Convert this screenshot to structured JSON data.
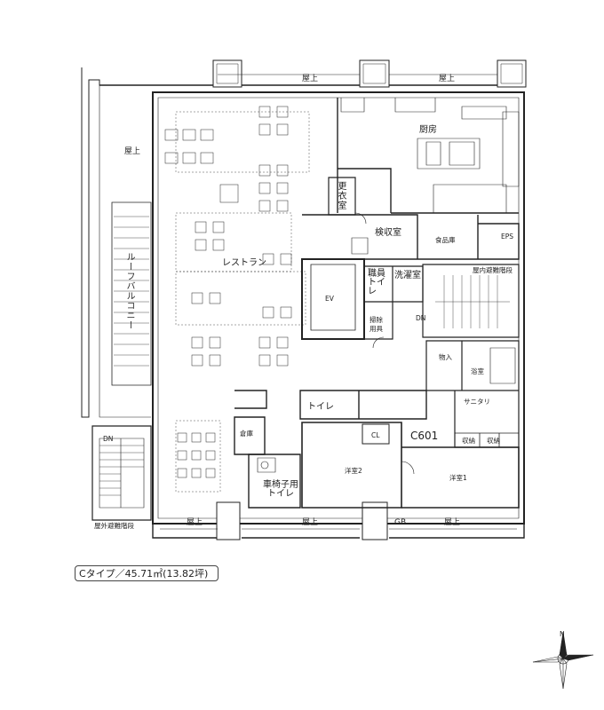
{
  "labels": {
    "roof_top_1": "屋上",
    "roof_top_2": "屋上",
    "roof_left": "屋上",
    "roof_bottom_1": "屋上",
    "roof_bottom_2": "屋上",
    "roof_bottom_3": "屋上",
    "gb": "GB",
    "kitchen": "厨房",
    "locker": "更衣室",
    "inspection": "検収室",
    "food_storage": "食品庫",
    "eps": "EPS",
    "restaurant": "レストラン",
    "roof_balcony": "ルーフバルコニー",
    "ev": "EV",
    "staff_toilet": "職員トイレ",
    "laundry": "洗濯室",
    "cleaning": "掃除用具",
    "indoor_stair": "屋内避難階段",
    "dn_1": "DN",
    "dn_2": "DN",
    "storage_in": "物入",
    "bathroom": "浴室",
    "sanitary": "サニタリ",
    "toilet": "トイレ",
    "warehouse": "倉庫",
    "cl": "CL",
    "unit": "C601",
    "storage_1": "収納",
    "storage_2": "収納",
    "western_2": "洋室2",
    "western_1": "洋室1",
    "wheelchair_toilet": "車椅子用トイレ",
    "outdoor_stair": "屋外避難階段"
  },
  "type_info": "Cタイプ／45.71㎡(13.82坪)",
  "compass_north": "N"
}
